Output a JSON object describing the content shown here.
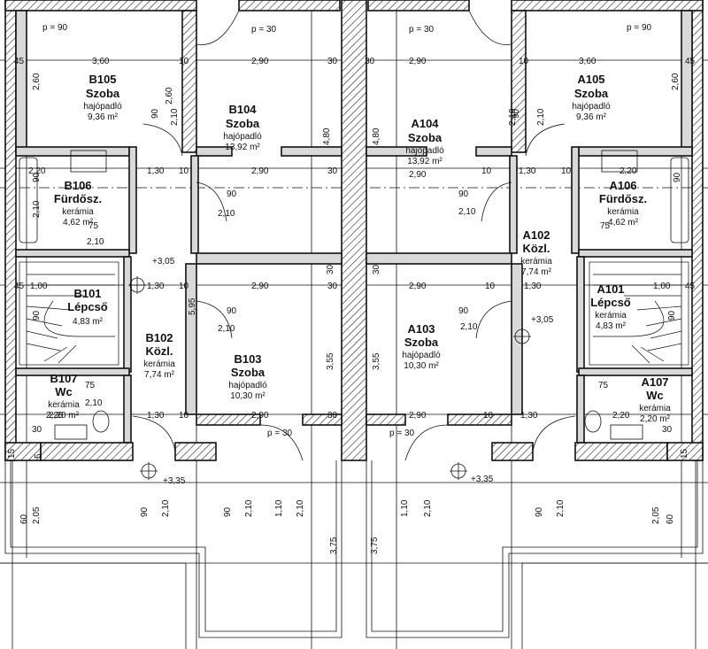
{
  "rooms": {
    "B105": {
      "code": "B105",
      "name": "Szoba",
      "floor": "hajópadló",
      "area": "9,36 m²"
    },
    "B104": {
      "code": "B104",
      "name": "Szoba",
      "floor": "hajópadló",
      "area": "13,92 m²"
    },
    "A104": {
      "code": "A104",
      "name": "Szoba",
      "floor": "hajópadló",
      "area": "13,92 m²"
    },
    "A105": {
      "code": "A105",
      "name": "Szoba",
      "floor": "hajópadló",
      "area": "9,36 m²"
    },
    "B106": {
      "code": "B106",
      "name": "Fürdősz.",
      "floor": "kerámia",
      "area": "4,62 m²"
    },
    "A106": {
      "code": "A106",
      "name": "Fürdősz.",
      "floor": "kerámia",
      "area": "4,62 m²"
    },
    "A102": {
      "code": "A102",
      "name": "Közl.",
      "floor": "kerámia",
      "area": "7,74 m²"
    },
    "B101": {
      "code": "B101",
      "name": "Lépcső",
      "floor": "",
      "area": "4,83 m²"
    },
    "A101": {
      "code": "A101",
      "name": "Lépcső",
      "floor": "kerámia",
      "area": "4,83 m²"
    },
    "B102": {
      "code": "B102",
      "name": "Közl.",
      "floor": "kerámia",
      "area": "7,74 m²"
    },
    "B103": {
      "code": "B103",
      "name": "Szoba",
      "floor": "hajópadló",
      "area": "10,30 m²"
    },
    "A103": {
      "code": "A103",
      "name": "Szoba",
      "floor": "hajópadló",
      "area": "10,30 m²"
    },
    "B107": {
      "code": "B107",
      "name": "Wc",
      "floor": "kerámia",
      "area": "2,20 m²"
    },
    "A107": {
      "code": "A107",
      "name": "Wc",
      "floor": "kerámia",
      "area": "2,20 m²"
    }
  },
  "dimensions": {
    "p90": "p = 90",
    "p30": "p = 30",
    "d360": "3,60",
    "d290": "2,90",
    "d260": "2,60",
    "d210": "2,10",
    "d480": "4,80",
    "d220": "2,20",
    "d130": "1,30",
    "d100": "1,00",
    "d595": "5,95",
    "d355": "3,55",
    "d110": "1,10",
    "d205": "2,05",
    "d375": "3,75",
    "d90": "90",
    "d75": "75",
    "d60": "60",
    "d45": "45",
    "d30": "30",
    "d15": "15",
    "d10": "10",
    "d5": "5"
  },
  "levels": {
    "l305": "+3,05",
    "l335": "+3,35"
  }
}
